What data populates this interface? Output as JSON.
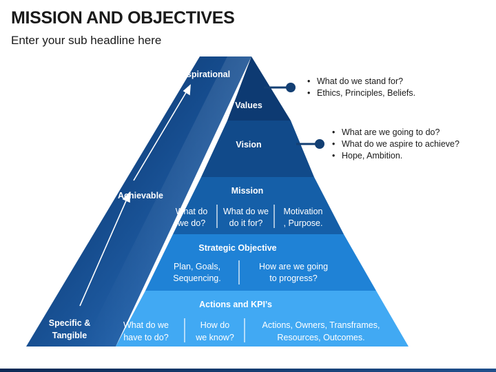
{
  "title": "MISSION AND OBJECTIVES",
  "subtitle": "Enter your sub headline here",
  "side_labels": {
    "top": "Aspirational",
    "middle": "Achievable",
    "bottom_line1": "Specific &",
    "bottom_line2": "Tangible"
  },
  "levels": {
    "values": {
      "title": "Values"
    },
    "vision": {
      "title": "Vision"
    },
    "mission": {
      "title": "Mission",
      "cells": [
        {
          "line1": "What do",
          "line2": "we do?"
        },
        {
          "line1": "What do we",
          "line2": "do it for?"
        },
        {
          "line1": "Motivation",
          "line2": ", Purpose."
        }
      ]
    },
    "strategic": {
      "title": "Strategic Objective",
      "cells": [
        {
          "line1": "Plan, Goals,",
          "line2": "Sequencing."
        },
        {
          "line1": "How are we going",
          "line2": "to progress?"
        }
      ]
    },
    "actions": {
      "title": "Actions and KPI’s",
      "cells": [
        {
          "line1": "What do we",
          "line2": "have to do?"
        },
        {
          "line1": "How do",
          "line2": "we know?"
        },
        {
          "line1": "Actions, Owners, Transframes,",
          "line2": "Resources, Outcomes."
        }
      ]
    }
  },
  "callouts": {
    "values": [
      "What do we stand for?",
      "Ethics, Principles, Beliefs."
    ],
    "vision": [
      "What are we going to do?",
      "What do we aspire to achieve?",
      "Hope, Ambition."
    ]
  },
  "colors": {
    "values": "#0d3a72",
    "vision": "#114a8a",
    "mission": "#155fa8",
    "strategic": "#1f82d6",
    "actions": "#41a9f3",
    "connector": "#133f73"
  }
}
